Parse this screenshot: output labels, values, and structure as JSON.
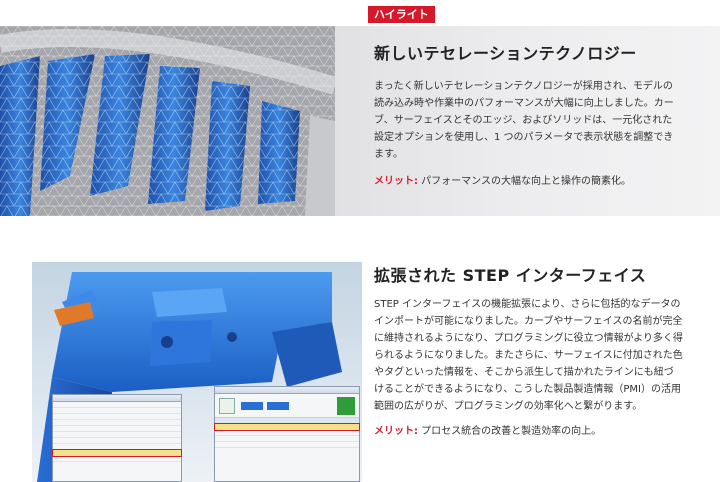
{
  "badge": "ハイライト",
  "section1": {
    "title": "新しいテセレーションテクノロジー",
    "lines": [
      "まったく新しいテセレーションテクノロジーが採用され、モデルの",
      "読み込み時や作業中のパフォーマンスが大幅に向上しました。カー",
      "ブ、サーフェイスとそのエッジ、およびソリッドは、一元化された",
      "設定オプションを使用し、1 つのパラメータで表示状態を調整でき",
      "ます。"
    ],
    "merit_label": "メリット:",
    "merit_text": " パフォーマンスの大幅な向上と操作の簡素化。"
  },
  "section2": {
    "title": "拡張された STEP インターフェイス",
    "lines": [
      "STEP インターフェイスの機能拡張により、さらに包括的なデータの",
      "インポートが可能になりました。カーブやサーフェイスの名前が完全",
      "に維持されるようになり、プログラミングに役立つ情報がより多く得",
      "られるようになりました。またさらに、サーフェイスに付加された色",
      "やタグといった情報を、そこから派生して描かれたラインにも紐づ",
      "けることができるようになり、こうした製品製造情報（PMI）の活用",
      "範囲の広がりが、プログラミングの効率化へと繋がります。"
    ],
    "merit_label": "メリット:",
    "merit_text": " プロセス統合の改善と製造効率の向上。"
  },
  "colors": {
    "accent": "#d6192a",
    "mesh_blue": "#2f6fd0",
    "body_text": "#333333"
  }
}
